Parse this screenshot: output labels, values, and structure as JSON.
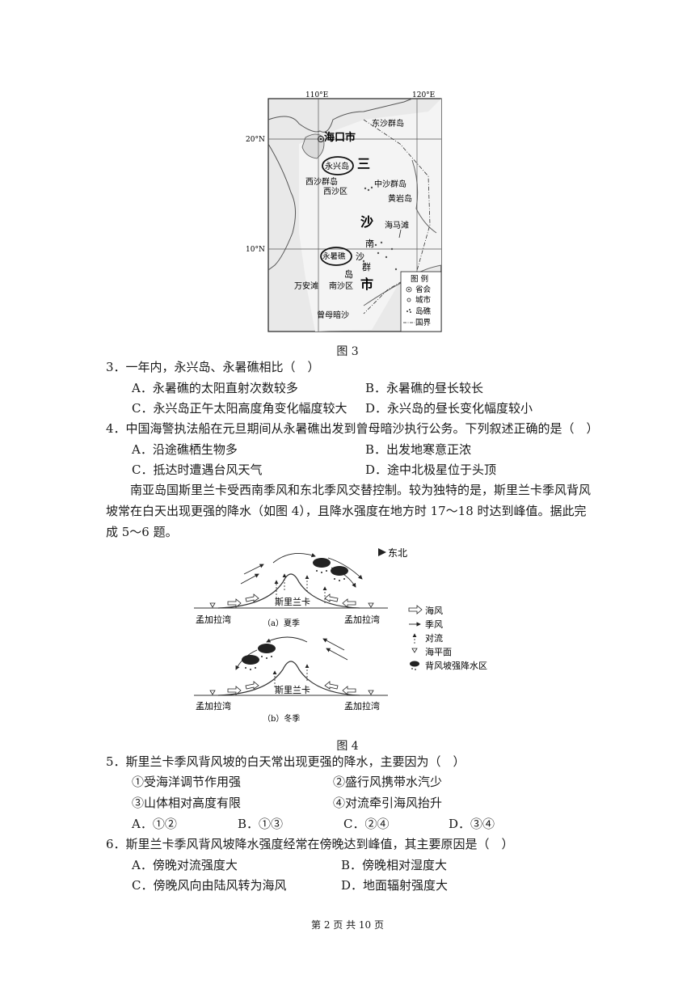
{
  "figure3": {
    "caption": "图 3",
    "map": {
      "lon_labels": [
        "110°E",
        "120°E"
      ],
      "lat_labels": [
        "20°N",
        "10°N"
      ],
      "places": {
        "haikou": "海口市",
        "dongsha": "东沙群岛",
        "yongxing": "永兴岛",
        "xisha_qundao": "西沙群岛",
        "xisha_qu": "西沙区",
        "zhongsha": "中沙群岛",
        "huangyan": "黄岩岛",
        "haima": "海马滩",
        "yongshu": "永暑礁",
        "wanan": "万安滩",
        "nansha_qu": "南沙区",
        "zengmu": "曾母暗沙",
        "sansha": [
          "三",
          "沙",
          "市"
        ],
        "nansha_qundao": [
          "南",
          "沙",
          "群",
          "岛"
        ]
      },
      "legend": {
        "title": "图 例",
        "items": [
          "省会",
          "城市",
          "岛礁",
          "国界"
        ]
      }
    }
  },
  "q3": {
    "stem": "3．一年内，永兴岛、永暑礁相比（　）",
    "a": "A．永暑礁的太阳直射次数较多",
    "b": "B．永暑礁的昼长较长",
    "c": "C．永兴岛正午太阳高度角变化幅度较大",
    "d": "D．永兴岛的昼长变化幅度较小"
  },
  "q4": {
    "stem": "4．中国海警执法船在元旦期间从永暑礁出发到曾母暗沙执行公务。下列叙述正确的是（　）",
    "a": "A．沿途礁栖生物多",
    "b": "B．出发地寒意正浓",
    "c": "C．抵达时遭遇台风天气",
    "d": "D．途中北极星位于头顶"
  },
  "intro": "南亚岛国斯里兰卡受西南季风和东北季风交替控制。较为独特的是，斯里兰卡季风背风坡常在白天出现更强的降水（如图 4），且降水强度在地方时 17～18 时达到峰值。据此完成 5～6 题。",
  "figure4": {
    "caption": "图 4",
    "north": "东北",
    "mountain": "斯里兰卡",
    "bay": "孟加拉湾",
    "sub_a": "（a）夏季",
    "sub_b": "（b）冬季",
    "legend": [
      "海风",
      "季风",
      "对流",
      "海平面",
      "背风坡强降水区"
    ]
  },
  "q5": {
    "stem": "5．斯里兰卡季风背风坡的白天常出现更强的降水，主要因为（　）",
    "s1": "①受海洋调节作用强",
    "s2": "②盛行风携带水汽少",
    "s3": "③山体相对高度有限",
    "s4": "④对流牵引海风抬升",
    "a": "A．①②",
    "b": "B．①③",
    "c": "C．②④",
    "d": "D．③④"
  },
  "q6": {
    "stem": "6．斯里兰卡季风背风坡降水强度经常在傍晚达到峰值，其主要原因是（　）",
    "a": "A．傍晚对流强度大",
    "b": "B．傍晚相对湿度大",
    "c": "C．傍晚风向由陆风转为海风",
    "d": "D．地面辐射强度大"
  },
  "footer": "第 2 页 共 10 页"
}
